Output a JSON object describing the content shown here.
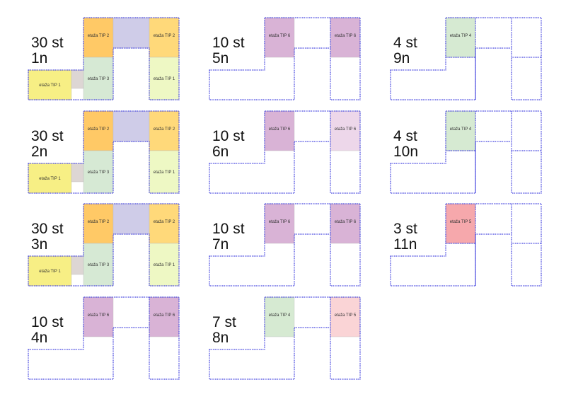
{
  "panels": [
    {
      "id": "1n",
      "lines": [
        "30 st",
        "1n"
      ],
      "variant": "a",
      "cells": [
        {
          "slot": "wing",
          "label": "etaža TIP 1",
          "color": "#F7EF85"
        },
        {
          "slot": "grey",
          "label": "",
          "color": "#DDD6D4"
        },
        {
          "slot": "t1",
          "label": "etaža TIP 2",
          "color": "#FFC966"
        },
        {
          "slot": "mid",
          "label": "etaža TIP 3",
          "color": "#D6E9D4"
        },
        {
          "slot": "bridge",
          "label": "",
          "color": "#CFCCE8"
        },
        {
          "slot": "rtop",
          "label": "etaža TIP 2",
          "color": "#FFD97A"
        },
        {
          "slot": "rbot",
          "label": "etaža TIP 1",
          "color": "#EEF8C4"
        }
      ]
    },
    {
      "id": "2n",
      "lines": [
        "30 st",
        "2n"
      ],
      "variant": "a",
      "cells": [
        {
          "slot": "wing",
          "label": "etaža TIP 1",
          "color": "#F7EF85"
        },
        {
          "slot": "grey",
          "label": "",
          "color": "#DDD6D4"
        },
        {
          "slot": "t1",
          "label": "etaža TIP 2",
          "color": "#FFC966"
        },
        {
          "slot": "mid",
          "label": "etaža TIP 3",
          "color": "#D6E9D4"
        },
        {
          "slot": "bridge",
          "label": "",
          "color": "#CFCCE8"
        },
        {
          "slot": "rtop",
          "label": "etaža TIP 2",
          "color": "#FFD97A"
        },
        {
          "slot": "rbot",
          "label": "etaža TIP 1",
          "color": "#EEF8C4"
        }
      ]
    },
    {
      "id": "3n",
      "lines": [
        "30 st",
        "3n"
      ],
      "variant": "a",
      "cells": [
        {
          "slot": "wing",
          "label": "etaža TIP 1",
          "color": "#F7EF85"
        },
        {
          "slot": "grey",
          "label": "",
          "color": "#DDD6D4"
        },
        {
          "slot": "t1",
          "label": "etaža TIP 2",
          "color": "#FFC966"
        },
        {
          "slot": "mid",
          "label": "etaža TIP 3",
          "color": "#D6E9D4"
        },
        {
          "slot": "bridge",
          "label": "",
          "color": "#CFCCE8"
        },
        {
          "slot": "rtop",
          "label": "etaža TIP 2",
          "color": "#FFD97A"
        },
        {
          "slot": "rbot",
          "label": "etaža TIP 1",
          "color": "#EEF8C4"
        }
      ]
    },
    {
      "id": "4n",
      "lines": [
        "10 st",
        "4n"
      ],
      "variant": "b",
      "cells": [
        {
          "slot": "t1",
          "label": "etaža TIP 6",
          "color": "#D9B3D6"
        },
        {
          "slot": "rtop",
          "label": "etaža TIP 6",
          "color": "#D9B3D6"
        }
      ]
    },
    {
      "id": "5n",
      "lines": [
        "10 st",
        "5n"
      ],
      "variant": "b",
      "cells": [
        {
          "slot": "t1",
          "label": "etaža TIP 6",
          "color": "#D9B3D6"
        },
        {
          "slot": "rtop",
          "label": "etaža TIP 6",
          "color": "#D9B3D6"
        }
      ]
    },
    {
      "id": "6n",
      "lines": [
        "10 st",
        "6n"
      ],
      "variant": "b",
      "cells": [
        {
          "slot": "t1",
          "label": "etaža TIP 6",
          "color": "#D9B3D6"
        },
        {
          "slot": "rtop",
          "label": "etaža TIP 6",
          "color": "#EDD7EA"
        }
      ]
    },
    {
      "id": "7n",
      "lines": [
        "10 st",
        "7n"
      ],
      "variant": "b",
      "cells": [
        {
          "slot": "t1",
          "label": "etaža TIP 6",
          "color": "#D9B3D6"
        },
        {
          "slot": "rtop",
          "label": "etaža TIP 6",
          "color": "#D9B3D6"
        }
      ]
    },
    {
      "id": "8n",
      "lines": [
        "7 st",
        "8n"
      ],
      "variant": "b",
      "cells": [
        {
          "slot": "t1",
          "label": "etaža TIP 4",
          "color": "#D6EAD2"
        },
        {
          "slot": "rtop",
          "label": "etaža TIP 5",
          "color": "#FAD4D6"
        }
      ]
    },
    {
      "id": "9n",
      "lines": [
        "4 st",
        "9n"
      ],
      "variant": "c",
      "cells": [
        {
          "slot": "t1",
          "label": "etaža TIP 4",
          "color": "#D6EAD2"
        }
      ]
    },
    {
      "id": "10n",
      "lines": [
        "4 st",
        "10n"
      ],
      "variant": "c",
      "cells": [
        {
          "slot": "t1",
          "label": "etaža TIP 4",
          "color": "#D6EAD2"
        }
      ]
    },
    {
      "id": "11n",
      "lines": [
        "3 st",
        "11n"
      ],
      "variant": "c",
      "cells": [
        {
          "slot": "t1",
          "label": "etaža TIP 5",
          "color": "#F6A8AC"
        }
      ]
    }
  ],
  "outline_color": "#4A4AE0"
}
